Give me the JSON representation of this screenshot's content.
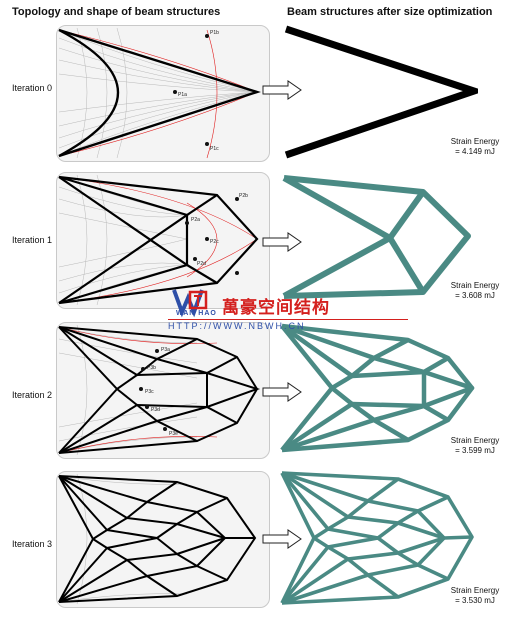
{
  "headers": {
    "left": "Topology and shape of beam structures",
    "right": "Beam structures after size optimization"
  },
  "iterations": [
    {
      "label": "Iteration 0",
      "energy_label": "Strain Energy",
      "energy_value": "= 4.149 mJ",
      "points": [
        "P1b",
        "P1a",
        "P1c"
      ]
    },
    {
      "label": "Iteration 1",
      "energy_label": "Strain Energy",
      "energy_value": "= 3.608 mJ",
      "points": [
        "P2a",
        "P2b",
        "P2c",
        "P2d"
      ]
    },
    {
      "label": "Iteration 2",
      "energy_label": "Strain Energy",
      "energy_value": "= 3.599 mJ",
      "points": [
        "P3a",
        "P3b",
        "P3c",
        "P3d",
        "P3e"
      ]
    },
    {
      "label": "Iteration 3",
      "energy_label": "Strain Energy",
      "energy_value": "= 3.530 mJ",
      "points": []
    }
  ],
  "watermark": {
    "brand": "萬豪空间结构",
    "sub": "WAN HAO",
    "url": "HTTP://WWW.NBWH.CN"
  },
  "colors": {
    "beam": "#000000",
    "optimized_beam": "#4a8a84",
    "guide_curve": "#e02020",
    "brand_red": "#d4201e",
    "brand_blue": "#2e4fa8"
  }
}
